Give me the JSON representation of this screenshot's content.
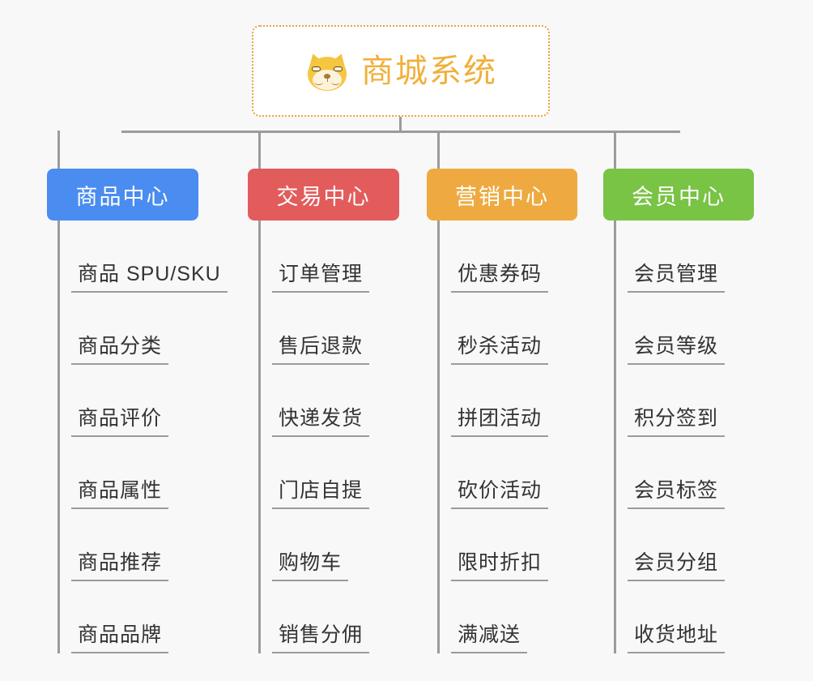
{
  "root": {
    "icon": "shiba-inu-dog-face-emoji",
    "title": "商城系统",
    "accent_color": "#f0b03c",
    "border_color": "#e8a33d",
    "background_color": "#ffffff"
  },
  "canvas": {
    "background_color": "#f8f8f8",
    "connector_color": "#9b9b9b",
    "leaf_text_color": "#333333"
  },
  "columns": [
    {
      "category": "商品中心",
      "color": "#4a8cf0",
      "items": [
        "商品 SPU/SKU",
        "商品分类",
        "商品评价",
        "商品属性",
        "商品推荐",
        "商品品牌"
      ]
    },
    {
      "category": "交易中心",
      "color": "#e25c5c",
      "items": [
        "订单管理",
        "售后退款",
        "快递发货",
        "门店自提",
        "购物车",
        "销售分佣"
      ]
    },
    {
      "category": "营销中心",
      "color": "#eeaa41",
      "items": [
        "优惠券码",
        "秒杀活动",
        "拼团活动",
        "砍价活动",
        "限时折扣",
        "满减送"
      ]
    },
    {
      "category": "会员中心",
      "color": "#79c345",
      "items": [
        "会员管理",
        "会员等级",
        "积分签到",
        "会员标签",
        "会员分组",
        "收货地址"
      ]
    }
  ]
}
